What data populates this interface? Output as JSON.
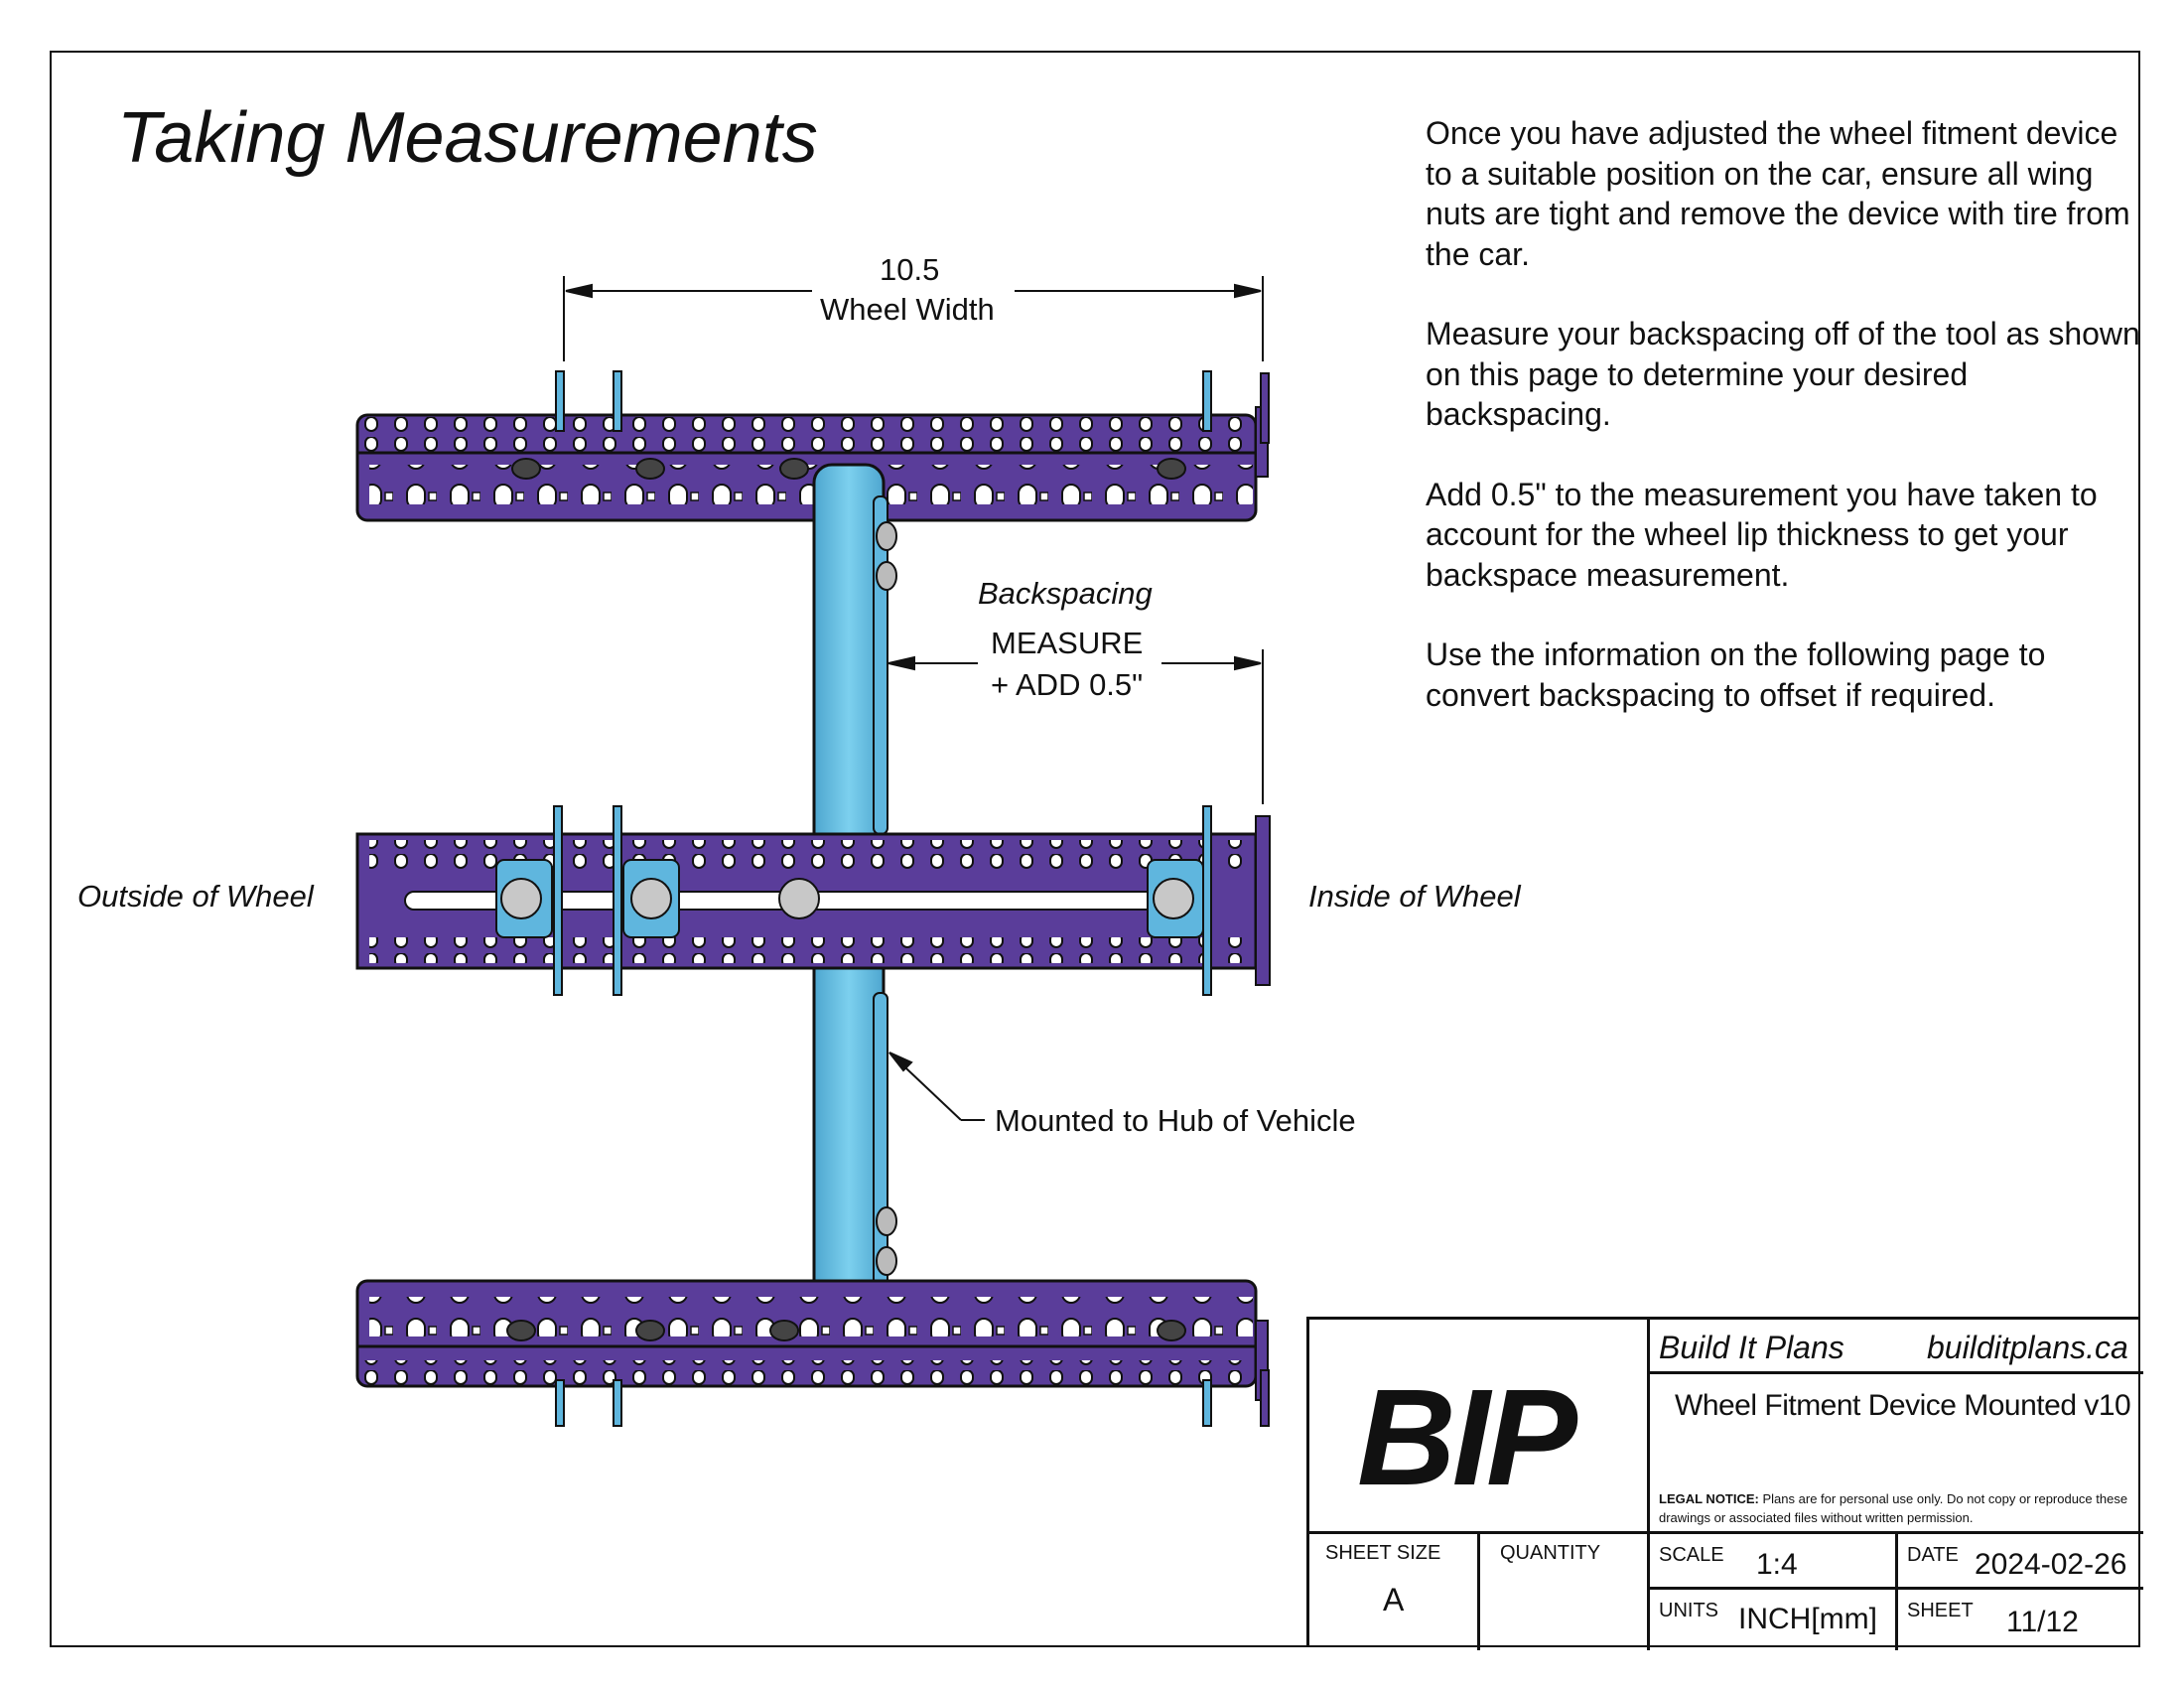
{
  "title": "Taking Measurements",
  "instructions": [
    "Once you have adjusted the wheel fitment device to a suitable position on the car, ensure all wing nuts are tight and remove the device with tire from the car.",
    "Measure your backspacing off of the tool as shown on this page to determine your desired backspacing.",
    "Add 0.5\" to the measurement you have taken to account for the wheel lip thickness to get your backspace measurement.",
    "Use the information on the following page to convert backspacing to offset if required."
  ],
  "dimensions": {
    "width_value": "10.5",
    "width_label": "Wheel Width",
    "backspacing_label": "Backspacing",
    "backspacing_measure": "MEASURE",
    "backspacing_add": "+ ADD 0.5\""
  },
  "labels": {
    "outside": "Outside of Wheel",
    "inside": "Inside of Wheel",
    "mounted": "Mounted to Hub of Vehicle"
  },
  "title_block": {
    "logo": "BIP",
    "company": "Build It Plans",
    "website": "builditplans.ca",
    "drawing_name": "Wheel Fitment Device Mounted v10",
    "legal_heading": "LEGAL NOTICE:",
    "legal_text": "Plans are for personal use only. Do not copy or reproduce these drawings or associated files without written permission.",
    "sheet_size_label": "SHEET SIZE",
    "sheet_size": "A",
    "quantity_label": "QUANTITY",
    "quantity": "",
    "scale_label": "SCALE",
    "scale": "1:4",
    "date_label": "DATE",
    "date": "2024-02-26",
    "units_label": "UNITS",
    "units": "INCH[mm]",
    "sheet_label": "SHEET",
    "sheet": "11/12"
  },
  "colors": {
    "bar": "#5a3d9a",
    "bar_dark": "#3f2a73",
    "hub": "#6ec3e4",
    "plate": "#5fb6de",
    "line": "#111111"
  }
}
